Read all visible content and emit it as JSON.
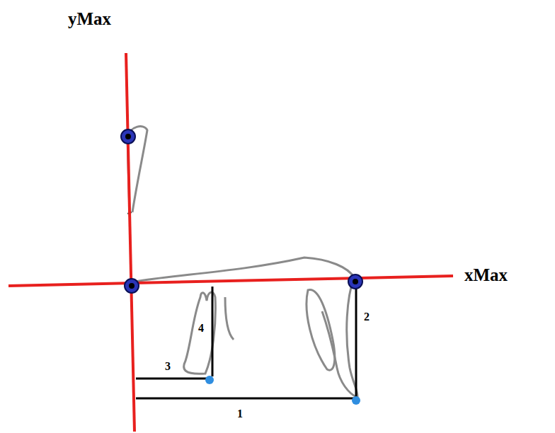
{
  "diagram": {
    "labels": [
      "yMax",
      "xMax",
      "4",
      "2",
      "3",
      "1"
    ]
  }
}
